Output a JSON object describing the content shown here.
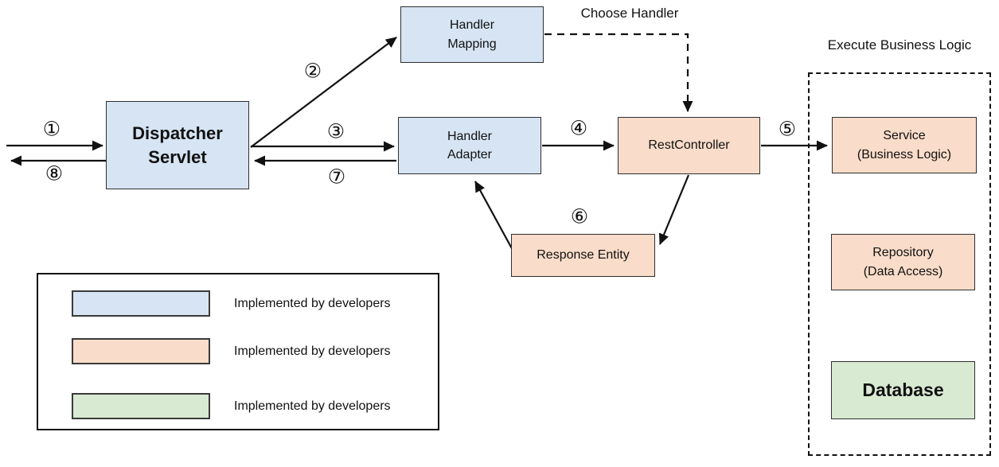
{
  "diagram": {
    "choose_handler_label": "Choose Handler",
    "execute_business_logic_label": "Execute Business Logic",
    "nodes": {
      "dispatcher_servlet": {
        "label": "Dispatcher\nServlet",
        "fill": "#d6e4f3"
      },
      "handler_mapping": {
        "label": "Handler\nMapping",
        "fill": "#d6e4f3"
      },
      "handler_adapter": {
        "label": "Handler\nAdapter",
        "fill": "#d6e4f3"
      },
      "rest_controller": {
        "label": "RestController",
        "fill": "#f9dcc9"
      },
      "response_entity": {
        "label": "Response Entity",
        "fill": "#f9dcc9"
      },
      "service": {
        "label": "Service\n(Business Logic)",
        "fill": "#f9dcc9"
      },
      "repository": {
        "label": "Repository\n(Data Access)",
        "fill": "#f9dcc9"
      },
      "database": {
        "label": "Database",
        "fill": "#d9ead3"
      }
    },
    "step_markers": [
      "①",
      "②",
      "③",
      "④",
      "⑤",
      "⑥",
      "⑦",
      "⑧"
    ],
    "colors": {
      "developer_blue": "#d6e4f3",
      "developer_orange": "#f9dcc9",
      "developer_green": "#d9ead3",
      "line": "#111111"
    }
  },
  "legend": {
    "items": [
      {
        "label": "Implemented by developers",
        "swatch_color": "#d6e4f3"
      },
      {
        "label": "Implemented by developers",
        "swatch_color": "#f9dcc9"
      },
      {
        "label": "Implemented by developers",
        "swatch_color": "#d9ead3"
      }
    ]
  }
}
